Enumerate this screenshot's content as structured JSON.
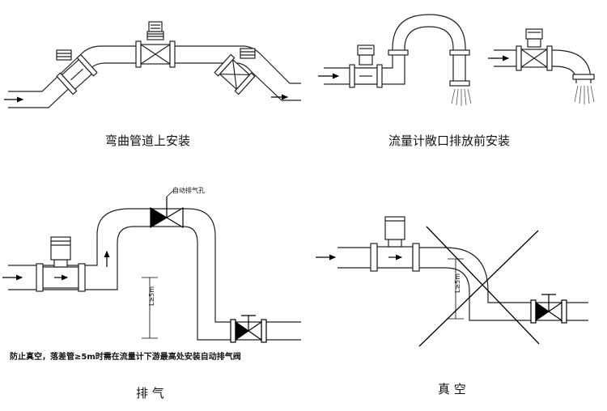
{
  "captions": {
    "bend_pipe": "弯曲管道上安装",
    "before_outlet": "流量计敞口排放前安装",
    "exhaust": "排  气",
    "vacuum": "真  空"
  },
  "labels": {
    "auto_vent": "自动排气孔",
    "height_marker": "L≥5m",
    "vacuum_note": "防止真空，落差管≥5m时需在流量计下游最高处安装自动排气阀"
  }
}
